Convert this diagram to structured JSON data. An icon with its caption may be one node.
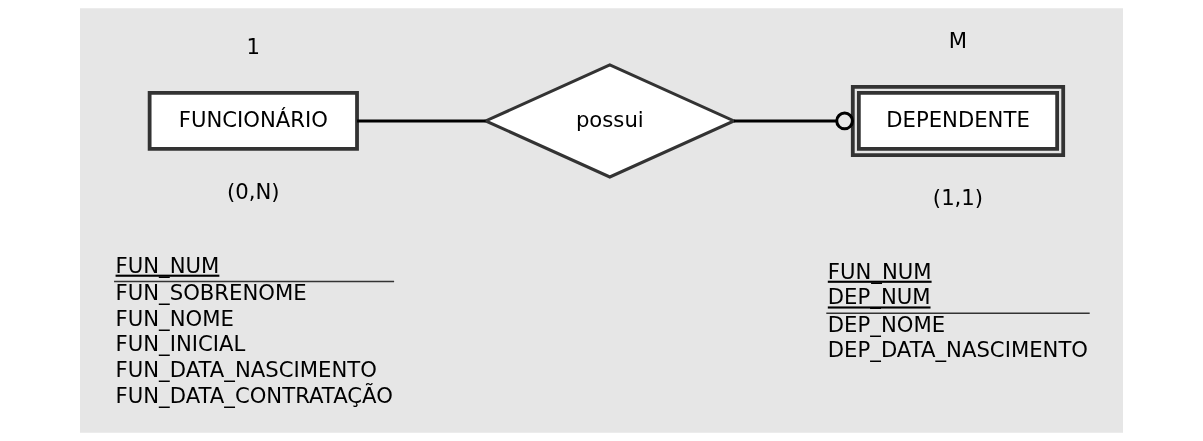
{
  "diagram": {
    "nodes": [
      {
        "text": [
          "FUNCIONÁRIO"
        ]
      },
      {
        "text": [
          "possui"
        ]
      },
      {
        "text": [
          "DEPENDENTE"
        ]
      }
    ],
    "edges": [
      {
        "from": 0,
        "to": 1,
        "arrow": "none"
      },
      {
        "from": 1,
        "to": 2,
        "arrow": "other"
      }
    ],
    "labels": [
      "1",
      "(0,N)",
      "M",
      "(1,1)",
      "FUN_NUM",
      "FUN_SOBRENOME",
      "FUN_NOME",
      "FUN_INICIAL",
      "FUN_DATA_NASCIMENTO",
      "FUN_DATA_CONTRATAÇÃO",
      "FUN_NUM",
      "DEP_NUM",
      "DEP_NOME",
      "DEP_DATA_NASCIMENTO"
    ]
  }
}
